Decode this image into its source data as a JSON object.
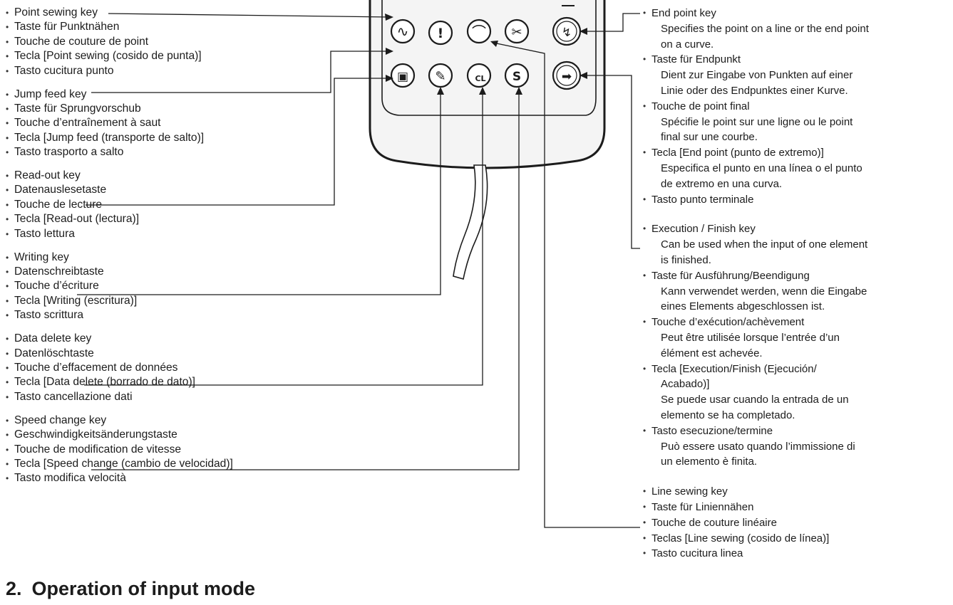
{
  "left_labels": {
    "point_sewing": [
      "Point sewing key",
      "Taste für Punktnähen",
      "Touche de couture de point",
      "Tecla [Point sewing (cosido de punta)]",
      "Tasto cucitura punto"
    ],
    "jump_feed": [
      "Jump feed key",
      "Taste für Sprungvorschub",
      "Touche d’entraînement à saut",
      "Tecla [Jump feed (transporte de salto)]",
      "Tasto trasporto a salto"
    ],
    "read_out": [
      "Read-out key",
      "Datenauslesetaste",
      "Touche de lecture",
      "Tecla [Read-out (lectura)]",
      "Tasto lettura"
    ],
    "writing": [
      "Writing key",
      "Datenschreibtaste",
      "Touche d’écriture",
      "Tecla [Writing (escritura)]",
      "Tasto scrittura"
    ],
    "data_delete": [
      "Data delete key",
      "Datenlöschtaste",
      "Touche d’effacement de données",
      "Tecla [Data delete (borrado de dato)]",
      "Tasto cancellazione dati"
    ],
    "speed_change": [
      "Speed change key",
      "Geschwindigkeitsänderungstaste",
      "Touche de modification de vitesse",
      "Tecla [Speed change (cambio de velocidad)]",
      "Tasto modifica velocità"
    ]
  },
  "right_labels": {
    "end_point": {
      "en_title": "End point key",
      "en_desc": [
        "Specifies the point on a line or the end point",
        "on a curve."
      ],
      "de_title": "Taste für Endpunkt",
      "de_desc": [
        "Dient zur Eingabe von Punkten auf einer",
        "Linie oder des Endpunktes einer Kurve."
      ],
      "fr_title": "Touche de point final",
      "fr_desc": [
        "Spécifie le point sur une ligne ou le point",
        "final sur une courbe."
      ],
      "es_title": "Tecla [End point (punto de extremo)]",
      "es_desc": [
        "Especifica el punto en una línea o el punto",
        "de extremo en una curva."
      ],
      "it_title": "Tasto punto terminale"
    },
    "execution": {
      "en_title": "Execution / Finish key",
      "en_desc": [
        "Can be used when the input of one element",
        "is finished."
      ],
      "de_title": "Taste für Ausführung/Beendigung",
      "de_desc": [
        "Kann verwendet werden, wenn die Eingabe",
        "eines Elements abgeschlossen ist."
      ],
      "fr_title": "Touche d’exécution/achèvement",
      "fr_desc": [
        "Peut être utilisée lorsque l’entrée d’un",
        "élément est achevée."
      ],
      "es_title": [
        "Tecla [Execution/Finish (Ejecución/",
        "Acabado)]"
      ],
      "es_desc": [
        "Se puede usar cuando la entrada de un",
        "elemento se ha completado."
      ],
      "it_title": "Tasto esecuzione/termine",
      "it_desc": [
        "Può essere usato quando l’immissione di",
        "un elemento è finita."
      ]
    },
    "line_sewing": [
      "Line sewing key",
      "Taste für Liniennähen",
      "Touche de couture linéaire",
      "Teclas [Line sewing (cosido de línea)]",
      "Tasto cucitura linea"
    ]
  },
  "key_glyphs": {
    "point_sewing": "∿",
    "jump_feed": "!",
    "line_sewing": "⌒",
    "thread_trim": "✂",
    "end_point": "↯",
    "read_out": "▣",
    "writing": "✎",
    "data_delete": "CL",
    "speed_change": "S",
    "execution": "➡"
  },
  "heading": {
    "number": "2.",
    "title": "Operation of input mode"
  },
  "colors": {
    "ink": "#1c1c1c",
    "panel": "#f4f4f4",
    "key_fill": "#ffffff"
  }
}
